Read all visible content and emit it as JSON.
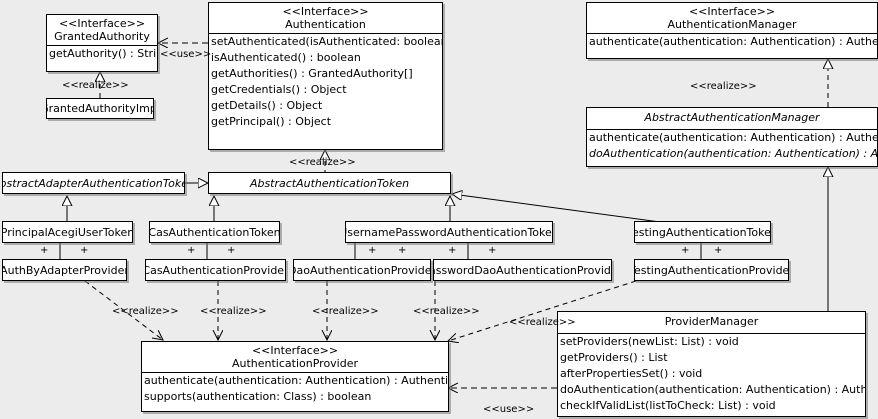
{
  "diagram": {
    "type": "uml-class-diagram",
    "background_color": "#ececec",
    "box_fill": "#ffffff",
    "line_color": "#000000",
    "stereotype_interface": "<<Interface>>",
    "stereotype_realize": "<<realize>>",
    "stereotype_use": "<<use>>",
    "aggregation_marker": "+"
  },
  "classes": {
    "granted_authority": {
      "stereotype": "<<Interface>>",
      "name": "GrantedAuthority",
      "members": [
        "getAuthority() : String"
      ]
    },
    "granted_authority_impl": {
      "name": "GrantedAuthorityImpl"
    },
    "authentication": {
      "stereotype": "<<Interface>>",
      "name": "Authentication",
      "members": [
        "setAuthenticated(isAuthenticated: boolean) : void",
        "isAuthenticated() : boolean",
        "getAuthorities() : GrantedAuthority[]",
        "getCredentials() : Object",
        "getDetails() : Object",
        "getPrincipal() : Object"
      ]
    },
    "authentication_manager": {
      "stereotype": "<<Interface>>",
      "name": "AuthenticationManager",
      "members": [
        "authenticate(authentication: Authentication) : Authentication"
      ]
    },
    "abstract_authentication_manager": {
      "name": "AbstractAuthenticationManager",
      "members": [
        "authenticate(authentication: Authentication) : Authentication",
        "doAuthentication(authentication: Authentication) : Authentication"
      ]
    },
    "abstract_adapter_authentication_token": {
      "name": "AbstractAdapterAuthenticationToken"
    },
    "abstract_authentication_token": {
      "name": "AbstractAuthenticationToken"
    },
    "principal_acegi_user_token": {
      "name": "PrincipalAcegiUserToken"
    },
    "cas_authentication_token": {
      "name": "CasAuthenticationToken"
    },
    "username_password_authentication_token": {
      "name": "UsernamePasswordAuthenticationToken"
    },
    "testing_authentication_token": {
      "name": "TestingAuthenticationToken"
    },
    "auth_by_adapter_provider": {
      "name": "AuthByAdapterProvider"
    },
    "cas_authentication_provider": {
      "name": "CasAuthenticationProvider"
    },
    "dao_authentication_provider": {
      "name": "DaoAuthenticationProvider"
    },
    "password_dao_authentication_provider": {
      "name": "PasswordDaoAuthenticationProvider"
    },
    "testing_authentication_provider": {
      "name": "TestingAuthenticationProvider"
    },
    "authentication_provider": {
      "stereotype": "<<Interface>>",
      "name": "AuthenticationProvider",
      "members": [
        "authenticate(authentication: Authentication) : Authentication",
        "supports(authentication: Class) : boolean"
      ]
    },
    "provider_manager": {
      "name": "ProviderManager",
      "members": [
        "setProviders(newList: List) : void",
        "getProviders() : List",
        "afterPropertiesSet() : void",
        "doAuthentication(authentication: Authentication) : Authentication",
        "checkIfValidList(listToCheck: List) : void"
      ]
    }
  },
  "edge_labels": {
    "use_authentication_grantedauthority": "<<use>>",
    "realize_grantedauthorityimpl": "<<realize>>",
    "realize_abstractauthenticationtoken": "<<realize>>",
    "realize_abstractauthenticationmanager": "<<realize>>",
    "realize_authbyadapterprovider": "<<realize>>",
    "realize_casauthenticationprovider": "<<realize>>",
    "realize_daoauthenticationprovider": "<<realize>>",
    "realize_passworddaoauthenticationprovider": "<<realize>>",
    "realize_testingauthenticationprovider": "<<realize>>",
    "use_providermanager_authenticationprovider": "<<use>>"
  },
  "aggregation_plus": [
    "+",
    "+",
    "+",
    "+",
    "+",
    "+",
    "+",
    "+",
    "+",
    "+"
  ]
}
